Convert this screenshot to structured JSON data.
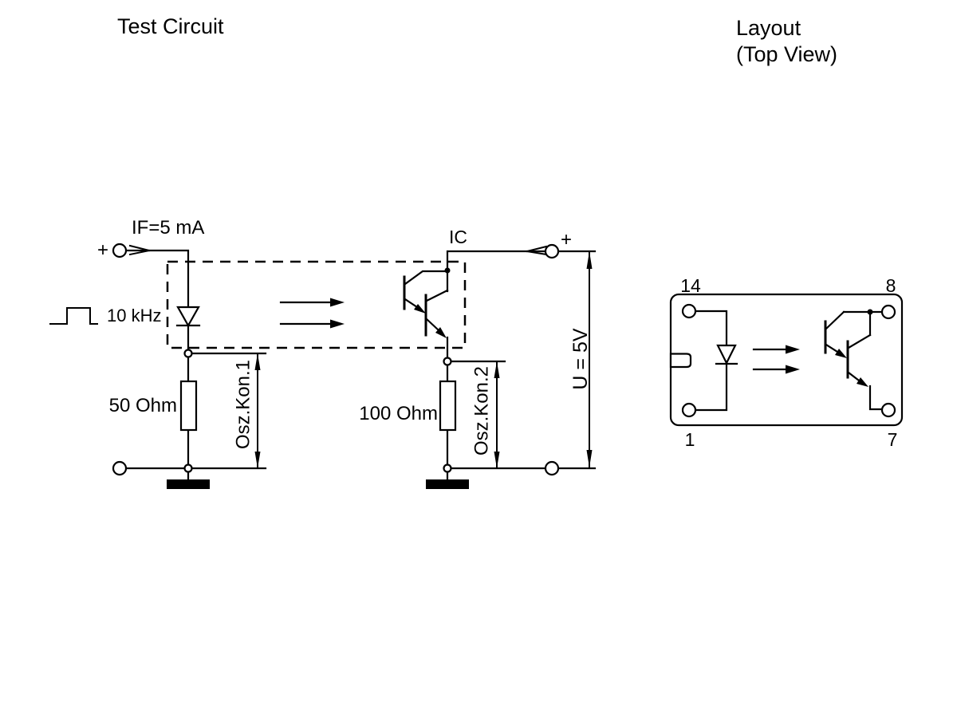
{
  "titles": {
    "left": "Test Circuit",
    "right_line1": "Layout",
    "right_line2": "(Top View)"
  },
  "test_circuit": {
    "current_label": "IF=5 mA",
    "input_plus": "+",
    "freq_label": "10 kHz",
    "r1_label": "50 Ohm",
    "r2_label": "100 Ohm",
    "osc1_label": "Osz.Kon.1",
    "osc2_label": "Osz.Kon.2",
    "ic_label": "IC",
    "output_plus": "+",
    "voltage_label": "U = 5V"
  },
  "layout": {
    "pin14": "14",
    "pin8": "8",
    "pin1": "1",
    "pin7": "7"
  },
  "colors": {
    "ink": "#000000",
    "background": "#ffffff"
  }
}
